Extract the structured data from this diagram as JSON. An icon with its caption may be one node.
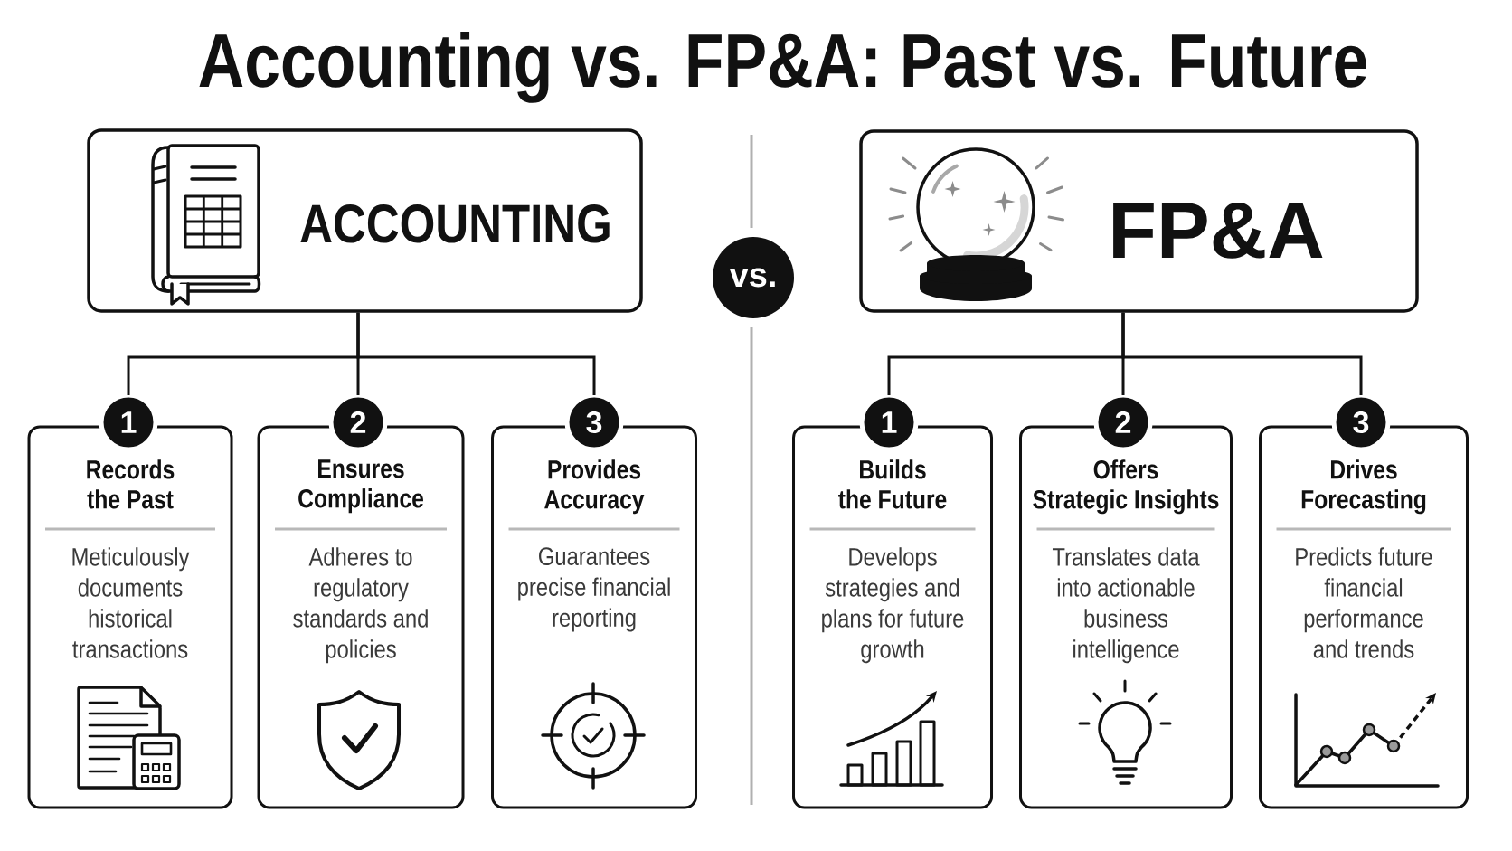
{
  "diagram": {
    "title": "Accounting vs. FP&A: Past vs. Future",
    "nodes": [
      {
        "text": [
          "ACCOUNTING"
        ]
      },
      {
        "text": [
          "vs."
        ]
      },
      {
        "text": [
          "FP&A"
        ]
      },
      {
        "text": [
          "1"
        ]
      },
      {
        "text": [
          "Records the Past",
          "Meticulously documents historical transactions"
        ]
      },
      {
        "text": [
          "2"
        ]
      },
      {
        "text": [
          "Ensures Compliance",
          "Adheres to regulatory standards and policies"
        ]
      },
      {
        "text": [
          "3"
        ]
      },
      {
        "text": [
          "Provides Accuracy",
          "Guarantees precise financial reporting"
        ]
      },
      {
        "text": [
          "1"
        ]
      },
      {
        "text": [
          "Builds the Future",
          "Develops strategies and plans for future growth"
        ]
      },
      {
        "text": [
          "2"
        ]
      },
      {
        "text": [
          "Offers Strategic Insights",
          "Translates data into actionable business intelligence"
        ]
      },
      {
        "text": [
          "3"
        ]
      },
      {
        "text": [
          "Drives Forecasting",
          "Predicts future financial performance and trends"
        ]
      }
    ],
    "edges": [
      {
        "from": 0,
        "to": 3,
        "arrow": "none"
      },
      {
        "from": 0,
        "to": 5,
        "arrow": "none"
      },
      {
        "from": 0,
        "to": 7,
        "arrow": "none"
      },
      {
        "from": 2,
        "to": 9,
        "arrow": "none"
      },
      {
        "from": 2,
        "to": 11,
        "arrow": "none"
      },
      {
        "from": 2,
        "to": 13,
        "arrow": "none"
      }
    ]
  }
}
